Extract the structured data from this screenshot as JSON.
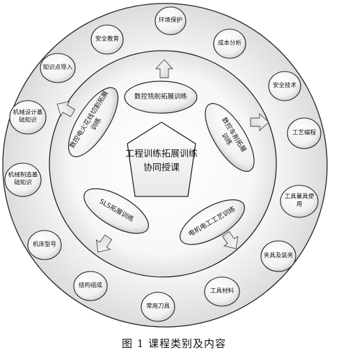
{
  "center": {
    "text": "工程训练拓展训练\n协同授课"
  },
  "inner_modules": [
    {
      "text": "数控铣削拓展训练"
    },
    {
      "text": "数控车削拓展\n训练"
    },
    {
      "text": "电机电工工艺训练"
    },
    {
      "text": "SLS拓展训练"
    },
    {
      "text": "数控电火花线切割拓展\n训练"
    }
  ],
  "outer_topics": [
    {
      "text": "环境保护"
    },
    {
      "text": "成本分析"
    },
    {
      "text": "安全技术"
    },
    {
      "text": "工艺编程"
    },
    {
      "text": "工具量具使\n用"
    },
    {
      "text": "夹具及装夹"
    },
    {
      "text": "工具材料"
    },
    {
      "text": "常用刀具"
    },
    {
      "text": "结构组成"
    },
    {
      "text": "机床型号"
    },
    {
      "text": "机械制造基\n础知识"
    },
    {
      "text": "机械设计基\n础知识"
    },
    {
      "text": "知识点导入"
    },
    {
      "text": "安全教育"
    }
  ],
  "caption": {
    "text": "图 1  课程类别及内容"
  }
}
